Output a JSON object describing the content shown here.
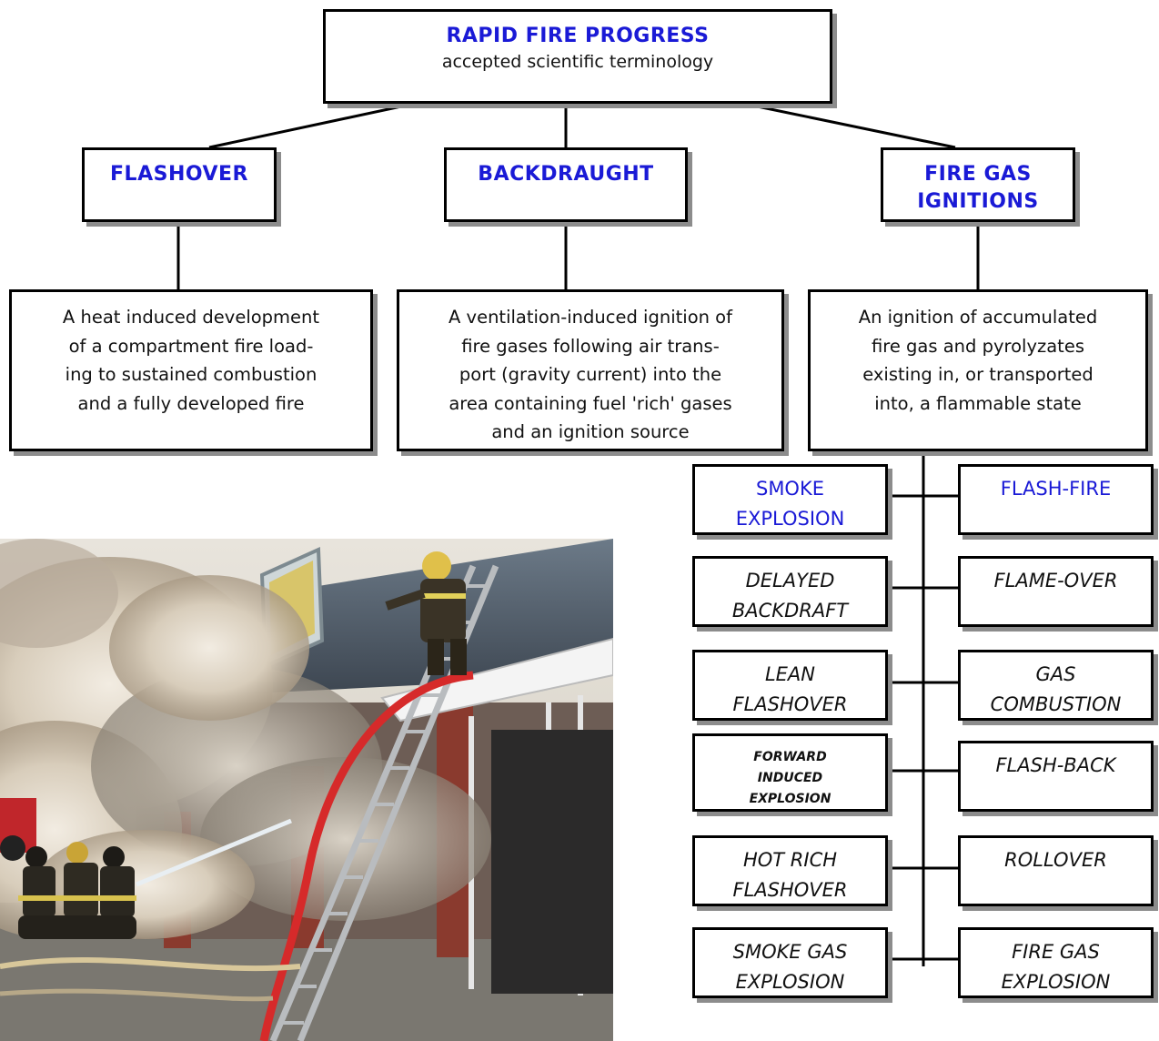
{
  "root": {
    "title": "RAPID FIRE PROGRESS",
    "subtitle": "accepted scientific terminology"
  },
  "categories": [
    {
      "title": "FLASHOVER",
      "description": "A heat induced development\nof a compartment fire load-\ning to sustained combustion\nand a fully developed fire"
    },
    {
      "title": "BACKDRAUGHT",
      "description": "A ventilation-induced ignition of\nfire gases following air trans-\nport (gravity current) into the\narea containing fuel 'rich' gases\nand an ignition source"
    },
    {
      "title": "FIRE GAS\nIGNITIONS",
      "description": "An ignition of accumulated\nfire gas and pyrolyzates\nexisting in, or transported\ninto, a flammable state"
    }
  ],
  "sub_terms": {
    "left": [
      "SMOKE\nEXPLOSION",
      "DELAYED\nBACKDRAFT",
      "LEAN\nFLASHOVER",
      "FORWARD\nINDUCED\nEXPLOSION",
      "HOT RICH\nFLASHOVER",
      "SMOKE GAS\nEXPLOSION"
    ],
    "right": [
      "FLASH-FIRE",
      "FLAME-OVER",
      "GAS\nCOMBUSTION",
      "FLASH-BACK",
      "ROLLOVER",
      "FIRE GAS\nEXPLOSION"
    ]
  },
  "colors": {
    "title_blue": "#1a1ad6",
    "border": "#000000",
    "shadow": "#8c8c8c"
  },
  "photo": {
    "subject": "firefighters-at-building-fire"
  }
}
